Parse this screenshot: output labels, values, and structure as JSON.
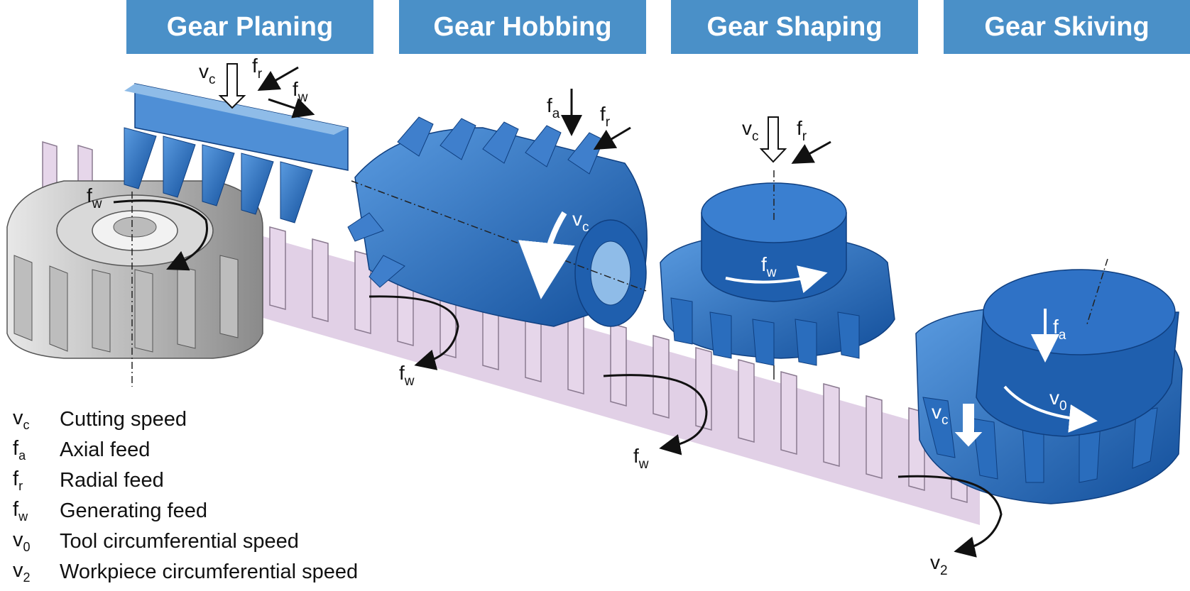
{
  "headers": [
    "Gear Planing",
    "Gear Hobbing",
    "Gear Shaping",
    "Gear Skiving"
  ],
  "labels": {
    "planing_vc": "v",
    "planing_vc_sub": "c",
    "planing_fr": "f",
    "planing_fr_sub": "r",
    "planing_fw": "f",
    "planing_fw_sub": "w",
    "planing_fw2": "f",
    "planing_fw2_sub": "w",
    "hobbing_fa": "f",
    "hobbing_fa_sub": "a",
    "hobbing_fr": "f",
    "hobbing_fr_sub": "r",
    "hobbing_vc": "v",
    "hobbing_vc_sub": "c",
    "hobbing_fw": "f",
    "hobbing_fw_sub": "w",
    "shaping_vc": "v",
    "shaping_vc_sub": "c",
    "shaping_fr": "f",
    "shaping_fr_sub": "r",
    "shaping_fw": "f",
    "shaping_fw_sub": "w",
    "shaping_fw2": "f",
    "shaping_fw2_sub": "w",
    "skiving_fa": "f",
    "skiving_fa_sub": "a",
    "skiving_vc": "v",
    "skiving_vc_sub": "c",
    "skiving_v0": "v",
    "skiving_v0_sub": "0",
    "skiving_v2": "v",
    "skiving_v2_sub": "2"
  },
  "legend": [
    {
      "sym": "v",
      "sub": "c",
      "text": "Cutting speed"
    },
    {
      "sym": "f",
      "sub": "a",
      "text": "Axial feed"
    },
    {
      "sym": "f",
      "sub": "r",
      "text": "Radial feed"
    },
    {
      "sym": "f",
      "sub": "w",
      "text": "Generating feed"
    },
    {
      "sym": "v",
      "sub": "0",
      "text": "Tool circumferential speed"
    },
    {
      "sym": "v",
      "sub": "2",
      "text": "Workpiece circumferential speed"
    }
  ],
  "colors": {
    "header": "#4a90c8",
    "tool_blue": "#1f5fae",
    "tool_light": "#4f8fd6",
    "workpiece_grey": "#c9c9c9",
    "rack_lilac": "#dcc8e2"
  }
}
